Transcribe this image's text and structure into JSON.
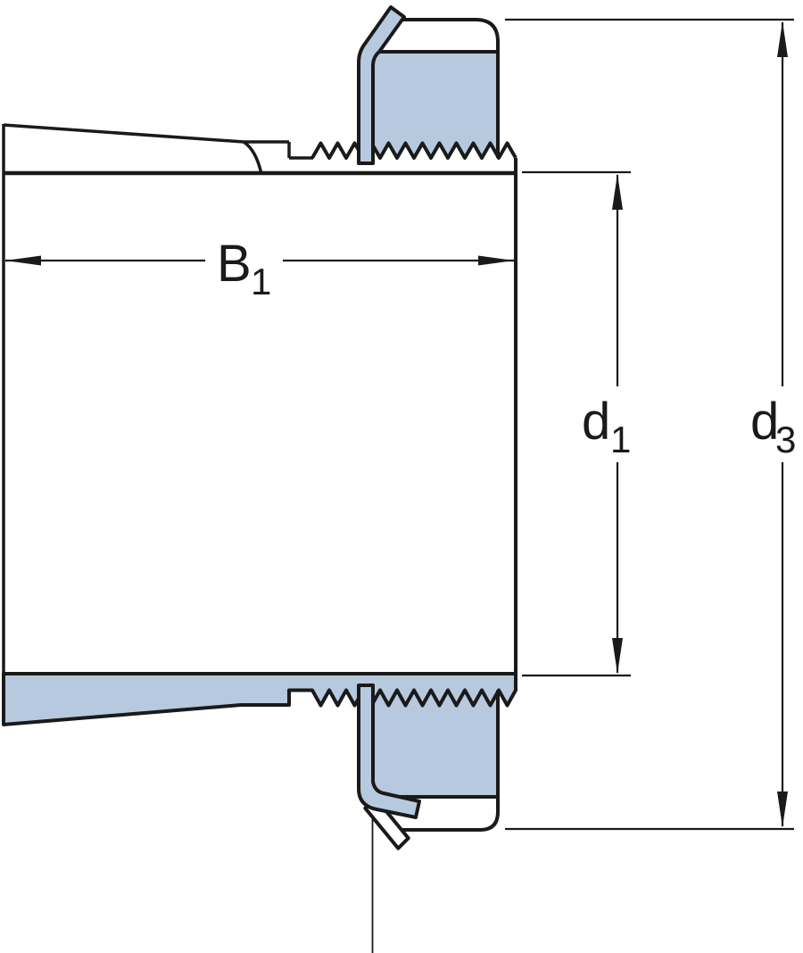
{
  "figure": {
    "type": "technical-cross-section-drawing",
    "subject": "Adapter sleeve with lock nut and locking washer",
    "orientation": "sleeve large end at left, threaded small end at right"
  },
  "colors": {
    "part_fill": "#b7c9df",
    "line": "#1a1a1a",
    "background": "#ffffff"
  },
  "labels": {
    "width_dim": {
      "main": "B",
      "sub": "1",
      "meaning": "sleeve total width"
    },
    "bore_dim": {
      "main": "d",
      "sub": "1",
      "meaning": "bore diameter"
    },
    "outer_dim": {
      "main": "d",
      "sub": "3",
      "meaning": "lock nut outside diameter"
    }
  },
  "components": [
    "tapered adapter sleeve (sectioned, lower half shaded)",
    "external thread on sleeve small end",
    "lock nut (top and bottom section, shaded)",
    "locking washer with bent tab (top) and straight tab (bottom)"
  ]
}
